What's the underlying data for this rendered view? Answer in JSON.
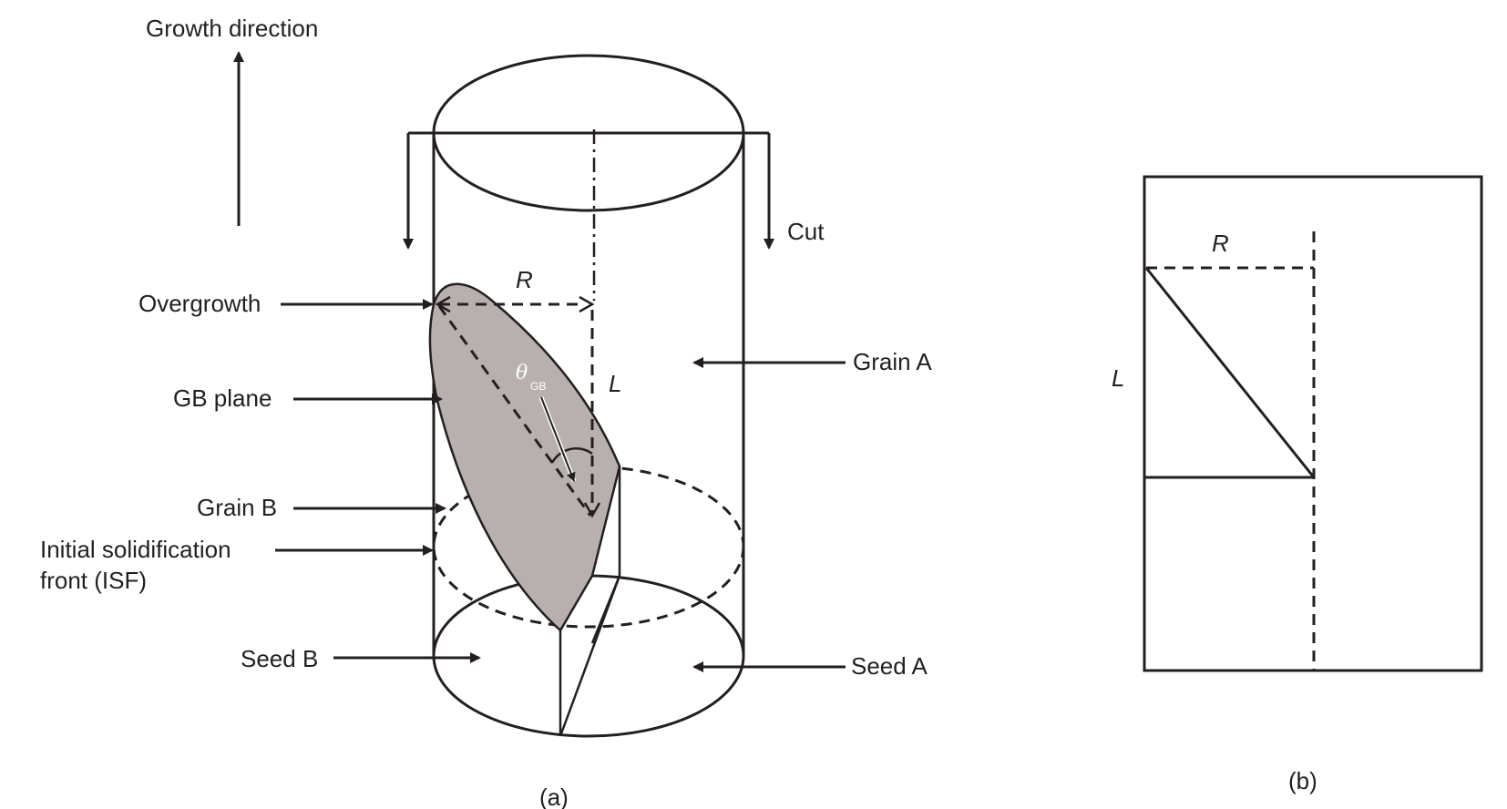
{
  "labels": {
    "growth_direction": "Growth direction",
    "cut": "Cut",
    "overgrowth": "Overgrowth",
    "gb_plane": "GB plane",
    "grain_b": "Grain B",
    "isf_line1": "Initial solidification",
    "isf_line2": "front (ISF)",
    "seed_b": "Seed B",
    "grain_a": "Grain A",
    "seed_a": "Seed A",
    "r_a": "R",
    "l_a": "L",
    "theta": "θ",
    "theta_sub": "GB",
    "panel_a": "(a)",
    "r_b": "R",
    "l_b": "L",
    "panel_b": "(b)"
  },
  "colors": {
    "ink": "#231f20",
    "gb_plane_fill": "#b8b0ae"
  }
}
